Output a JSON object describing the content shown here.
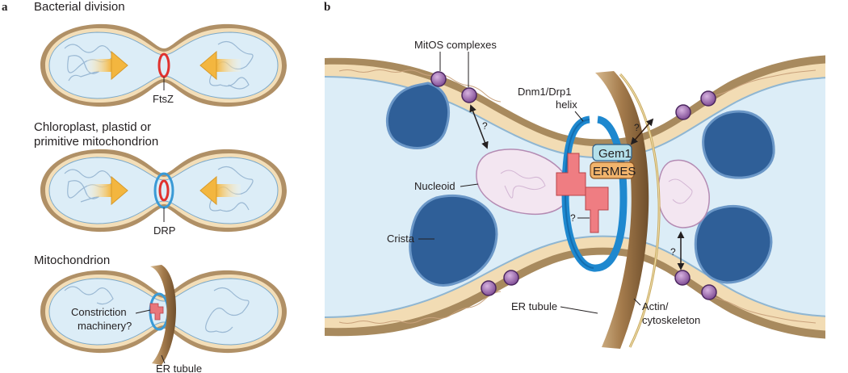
{
  "panel_a": {
    "letter": "a",
    "bacterial_title": "Bacterial division",
    "ftsz": "FtsZ",
    "chloroplast_line1": "Chloroplast, plastid or",
    "chloroplast_line2": "primitive mitochondrion",
    "drp": "DRP",
    "mito_title": "Mitochondrion",
    "constriction_line1": "Constriction",
    "constriction_line2": "machinery?",
    "er_tubule": "ER tubule"
  },
  "panel_b": {
    "letter": "b",
    "mitos": "MitOS complexes",
    "dnm_line1": "Dnm1/Drp1",
    "dnm_line2": "helix",
    "gem1": "Gem1",
    "ermes": "ERMES",
    "nucleoid": "Nucleoid",
    "crista": "Crista",
    "er_tubule": "ER tubule",
    "actin_line1": "Actin/",
    "actin_line2": "cytoskeleton",
    "q1": "?",
    "q2": "?",
    "q3": "?",
    "q4": "?"
  },
  "colors": {
    "outer_membrane": "#a88a5e",
    "intermembrane": "#f2dcb4",
    "matrix": "#dcedf7",
    "crista": "#2f5f98",
    "nucleoid": "#f3e6f1",
    "ftsz_ring": "#e0322e",
    "drp_ring": "#3a9ad6",
    "mitos": "#8d5aa0",
    "constriction": "#e8767b",
    "er": "#b58e62",
    "gem1": "#b4e0ea",
    "ermes": "#f2b46c",
    "arrow": "#f2b33e"
  }
}
